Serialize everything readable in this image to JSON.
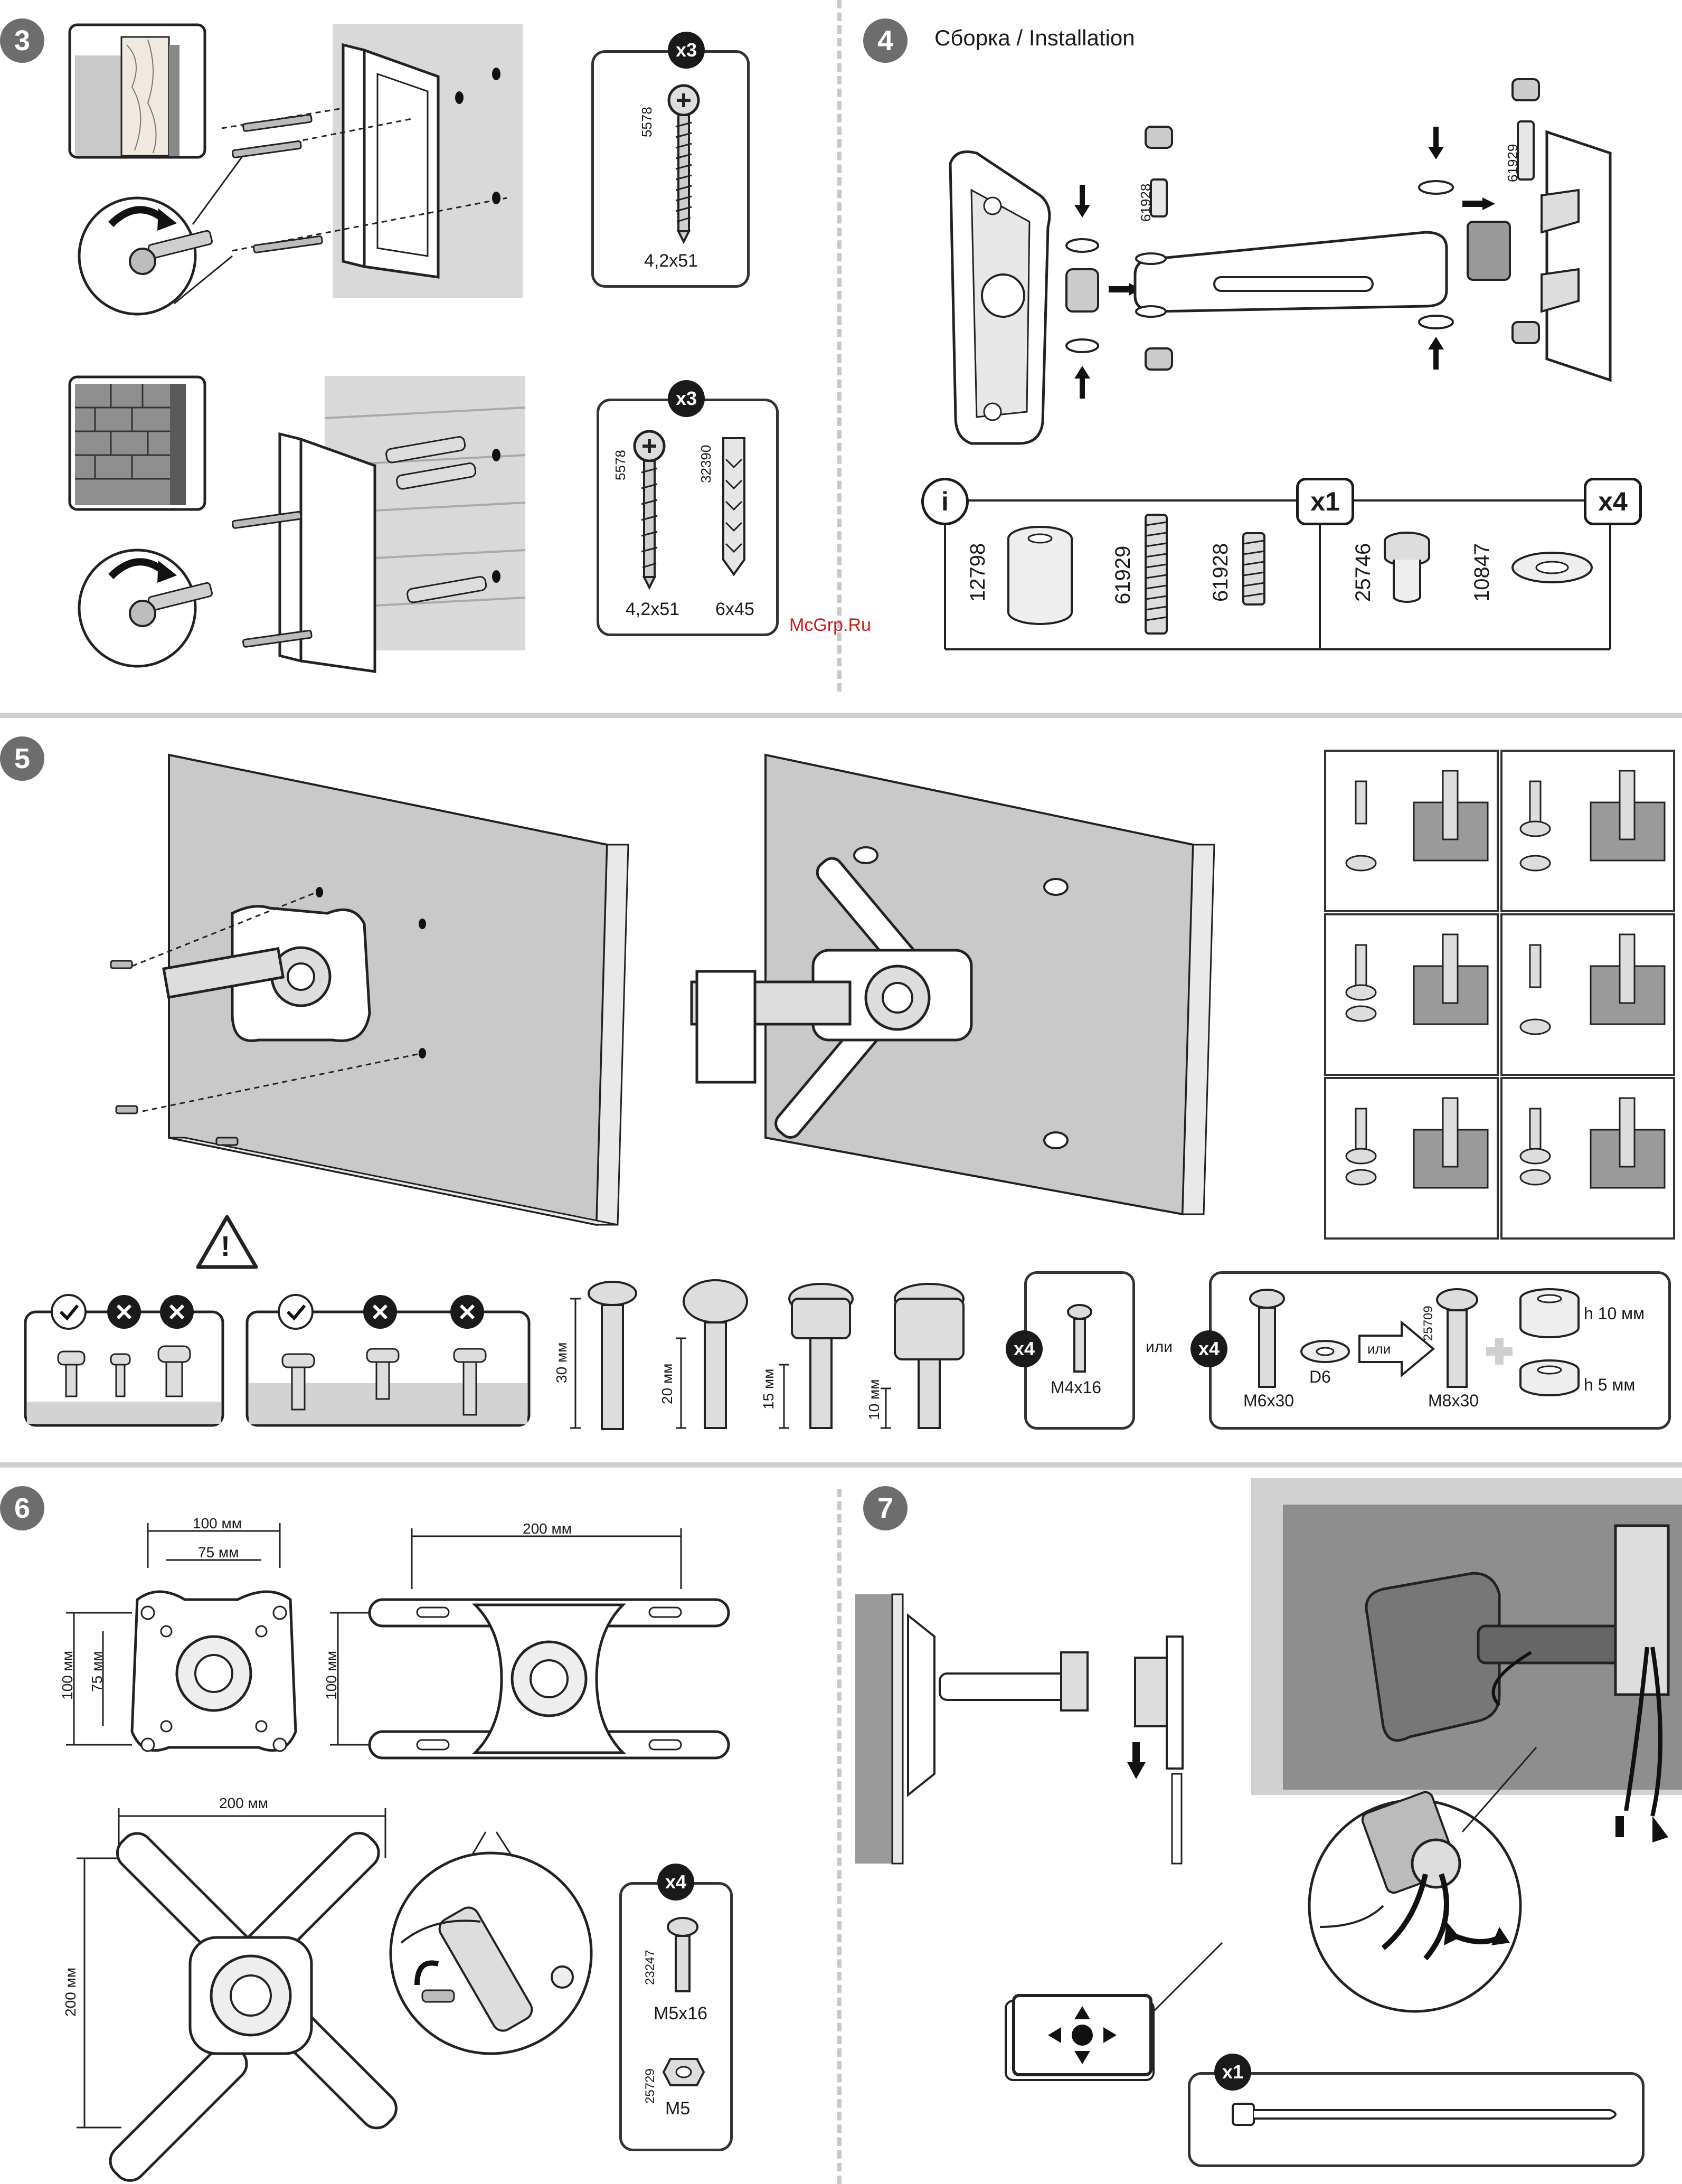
{
  "steps": {
    "s3": "3",
    "s4": "4",
    "s5": "5",
    "s6": "6",
    "s7": "7"
  },
  "step4_title": "Сборка / Installation",
  "step3": {
    "kit_wood": {
      "qty": "x3",
      "part_no": "5578",
      "size": "4,2x51"
    },
    "kit_brick": {
      "qty": "x3",
      "screw_part_no": "5578",
      "anchor_part_no": "32390",
      "screw_size": "4,2x51",
      "anchor_size": "6x45"
    }
  },
  "step4": {
    "arm_part_top": "61929",
    "arm_part_mid": "61928",
    "info_symbol": "i",
    "group1_qty": "x1",
    "group2_qty": "x4",
    "parts": [
      "12798",
      "61929",
      "61928",
      "25746",
      "10847"
    ]
  },
  "step5": {
    "watermark": "McGrp.Ru",
    "warning": "!",
    "lengths": [
      "30 мм",
      "20 мм",
      "15 мм",
      "10 мм"
    ],
    "kit_small": {
      "qty": "x4",
      "label": "M4x16"
    },
    "or1": "или",
    "kit_large": {
      "qty": "x4",
      "screw": "M6x30",
      "washer": "D6",
      "or2": "или",
      "alt_part_no": "25709",
      "alt_screw": "M8x30",
      "spacer_tall": "h 10 мм",
      "spacer_short": "h 5 мм"
    }
  },
  "step6": {
    "dim_100_top": "100 мм",
    "dim_75_top": "75 мм",
    "dim_100_side": "100 мм",
    "dim_75_side": "75 мм",
    "dim_200_top": "200 мм",
    "dim_100_side2": "100 мм",
    "dim_200_cross_top": "200 мм",
    "dim_200_cross_side": "200 мм",
    "kit": {
      "qty": "x4",
      "screw_part_no": "23247",
      "screw": "M5x16",
      "nut_part_no": "25729",
      "nut": "M5"
    }
  },
  "step7": {
    "qty": "x1"
  }
}
